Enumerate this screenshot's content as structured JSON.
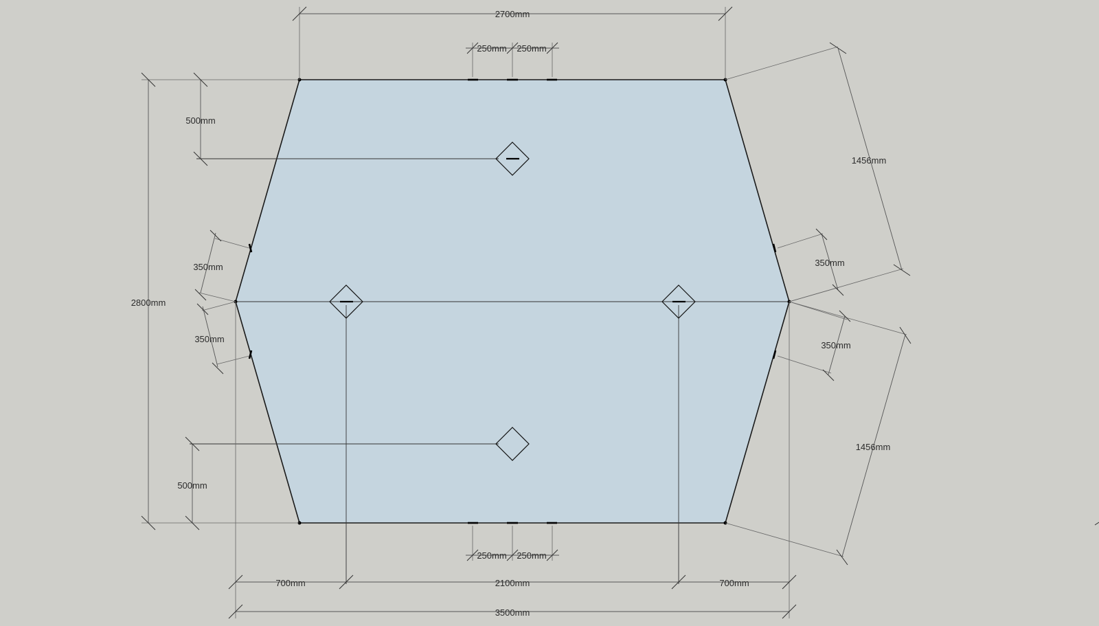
{
  "drawing": {
    "colors": {
      "background": "#cfcfca",
      "shape_fill": "#c5d5df",
      "outline": "#1a1a1a",
      "dimension": "#555555"
    },
    "dimensions": {
      "top_width": "2700mm",
      "top_center_left": "250mm",
      "top_center_right": "250mm",
      "left_upper_500": "500mm",
      "left_lower_500": "500mm",
      "overall_height": "2800mm",
      "left_upper_350": "350mm",
      "left_lower_350": "350mm",
      "right_upper_1456": "1456mm",
      "right_lower_1456": "1456mm",
      "right_upper_350": "350mm",
      "right_lower_350": "350mm",
      "bottom_center_left": "250mm",
      "bottom_center_right": "250mm",
      "bottom_left_700": "700mm",
      "bottom_middle_2100": "2100mm",
      "bottom_right_700": "700mm",
      "overall_width": "3500mm"
    }
  }
}
